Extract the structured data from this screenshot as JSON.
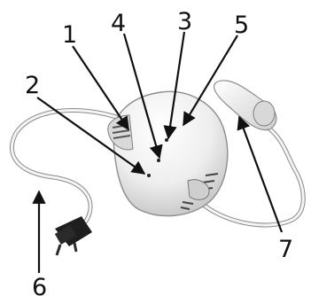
{
  "callouts": [
    {
      "label": "1"
    },
    {
      "label": "2"
    },
    {
      "label": "3"
    },
    {
      "label": "4"
    },
    {
      "label": "5"
    },
    {
      "label": "6"
    },
    {
      "label": "7"
    }
  ],
  "colors": {
    "ink": "#111111",
    "device_body": "#e9e9e9",
    "cable": "#f2f2f2",
    "plug": "#1e1e1e"
  }
}
